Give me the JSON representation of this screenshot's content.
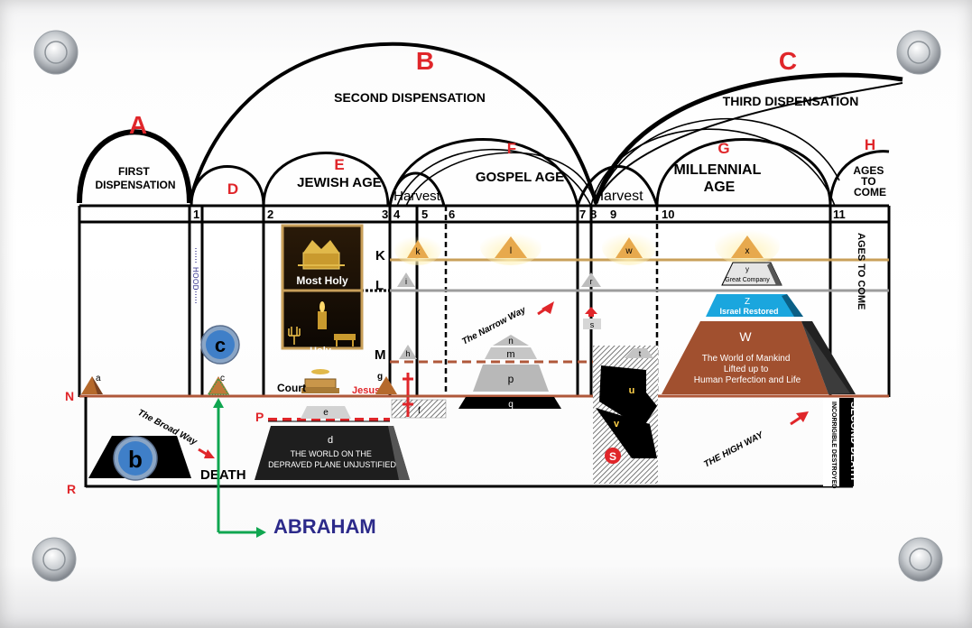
{
  "letters": {
    "A": "A",
    "B": "B",
    "C": "C",
    "D": "D",
    "E": "E",
    "F": "F",
    "G": "G",
    "H": "H"
  },
  "titles": {
    "first_dispensation": [
      "FIRST",
      "DISPENSATION"
    ],
    "second_dispensation": "SECOND DISPENSATION",
    "third_dispensation": "THIRD DISPENSATION",
    "jewish_age": "JEWISH AGE",
    "gospel_age": "GOSPEL AGE",
    "millennial_age": [
      "MILLENNIAL",
      "AGE"
    ],
    "ages_to_come": [
      "AGES",
      "TO",
      "COME"
    ],
    "harvest_1": "Harvest",
    "harvest_2": "Harvest"
  },
  "numbers": [
    "1",
    "2",
    "3",
    "4",
    "5",
    "6",
    "7",
    "8",
    "9",
    "10",
    "11"
  ],
  "planes": {
    "K": "K",
    "L": "L",
    "M": "M",
    "N": "N",
    "P": "P",
    "R": "R"
  },
  "tabernacle": {
    "most_holy": "Most Holy",
    "holy": "Holy",
    "court": "Court",
    "jesus": "Jesus"
  },
  "pyramids": {
    "a": "a",
    "c": "c",
    "g": "g",
    "h": "h",
    "i": "i",
    "k": "k",
    "l": "l",
    "m": "m",
    "n": "n",
    "p": "p",
    "q": "q",
    "r": "r",
    "s": "s",
    "t": "t",
    "u": "u",
    "v": "v",
    "w": "w",
    "x": "x",
    "y": "y",
    "e": "e",
    "f": "f",
    "great_company": "Great Company",
    "z_label": "Z",
    "israel_restored": "Israel Restored",
    "W_label": "W",
    "world_of_mankind": [
      "The World of Mankind",
      "Lifted up to",
      "Human Perfection and Life"
    ],
    "d_label": "d",
    "depraved": [
      "THE WORLD ON THE",
      "DEPRAVED PLANE UNJUSTIFIED"
    ]
  },
  "circles": {
    "b": "b",
    "c": "c"
  },
  "ways": {
    "broad_way": "The Broad Way",
    "narrow_way": "The Narrow Way",
    "high_way": "THE HIGH WAY"
  },
  "death": "DEATH",
  "s_label": "S",
  "second_death": "SECOND DEATH",
  "incorrigible": "INCORRIGIBLE DESTROYED",
  "ages_to_come_vertical": "AGES TO COME",
  "hood": "HOOD",
  "abraham": "ABRAHAM",
  "colors": {
    "red": "#e0262a",
    "navy": "#2c2a8a",
    "gold": "#c9a05a",
    "grey_line": "#9c9c9c",
    "brown_line": "#b0583a",
    "green_arrow": "#10a650",
    "w_pyramid": "#a1502f",
    "z_blue": "#1aa6de",
    "circle_blue": "#3f7fc8"
  }
}
